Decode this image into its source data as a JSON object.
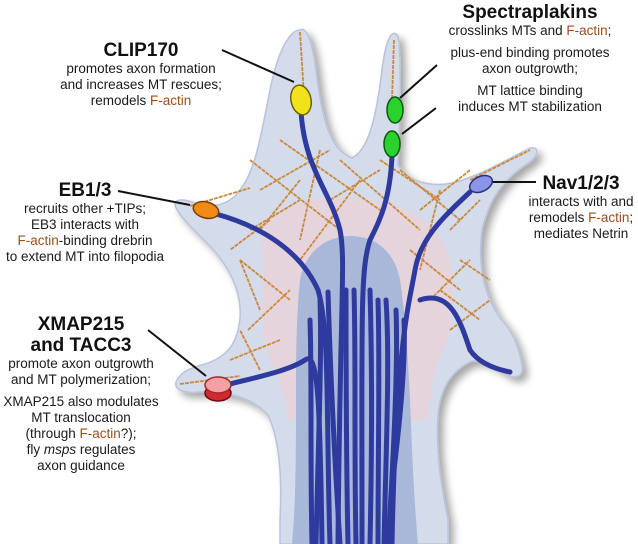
{
  "colors": {
    "microtubule": "#2e3a9e",
    "f_actin": "#c98a3e",
    "f_actin_text": "#9a4f1c",
    "growth_cone_fill": "#d3dbea",
    "central_domain": "#a9b7d9",
    "transition_zone": "#ecd3dc",
    "clip170_marker": "#f2e21a",
    "spectraplakin_marker": "#2bd22e",
    "eb_marker": "#f08a16",
    "nav_marker": "#8b95e8",
    "xmap215_marker": "#e5454b"
  },
  "labels": {
    "clip170": {
      "title": "CLIP170",
      "lines": [
        [
          {
            "t": "promotes axon formation"
          }
        ],
        [
          {
            "t": "and increases MT rescues;"
          }
        ],
        [
          {
            "t": "remodels "
          },
          {
            "t": "F-actin",
            "actin": true
          }
        ]
      ]
    },
    "spectraplakins": {
      "title": "Spectraplakins",
      "paragraphs": [
        [
          [
            {
              "t": "crosslinks MTs and "
            },
            {
              "t": "F-actin",
              "actin": true
            },
            {
              "t": ";"
            }
          ]
        ],
        [
          [
            {
              "t": "plus-end binding promotes"
            }
          ],
          [
            {
              "t": "axon outgrowth;"
            }
          ]
        ],
        [
          [
            {
              "t": "MT lattice binding"
            }
          ],
          [
            {
              "t": "induces MT stabilization"
            }
          ]
        ]
      ]
    },
    "eb13": {
      "title": "EB1/3",
      "lines": [
        [
          {
            "t": "recruits other +TIPs;"
          }
        ],
        [
          {
            "t": "EB3 interacts with"
          }
        ],
        [
          {
            "t": "F-actin",
            "actin": true
          },
          {
            "t": "-binding drebrin"
          }
        ],
        [
          {
            "t": "to extend MT into filopodia"
          }
        ]
      ]
    },
    "nav": {
      "title": "Nav1/2/3",
      "lines": [
        [
          {
            "t": "interacts with and"
          }
        ],
        [
          {
            "t": "remodels "
          },
          {
            "t": "F-actin",
            "actin": true
          },
          {
            "t": ";"
          }
        ],
        [
          {
            "t": "mediates Netrin"
          }
        ]
      ]
    },
    "xmap215": {
      "title_lines": [
        "XMAP215",
        "and TACC3"
      ],
      "paragraphs": [
        [
          [
            {
              "t": "promote axon outgrowth"
            }
          ],
          [
            {
              "t": "and MT polymerization;"
            }
          ]
        ],
        [
          [
            {
              "t": "XMAP215 also modulates"
            }
          ],
          [
            {
              "t": "MT translocation"
            }
          ],
          [
            {
              "t": "(through "
            },
            {
              "t": "F-actin",
              "actin": true
            },
            {
              "t": "?);"
            }
          ],
          [
            {
              "t": "fly "
            },
            {
              "t": "msps",
              "italic": true
            },
            {
              "t": " regulates"
            }
          ],
          [
            {
              "t": "axon guidance"
            }
          ]
        ]
      ]
    }
  }
}
